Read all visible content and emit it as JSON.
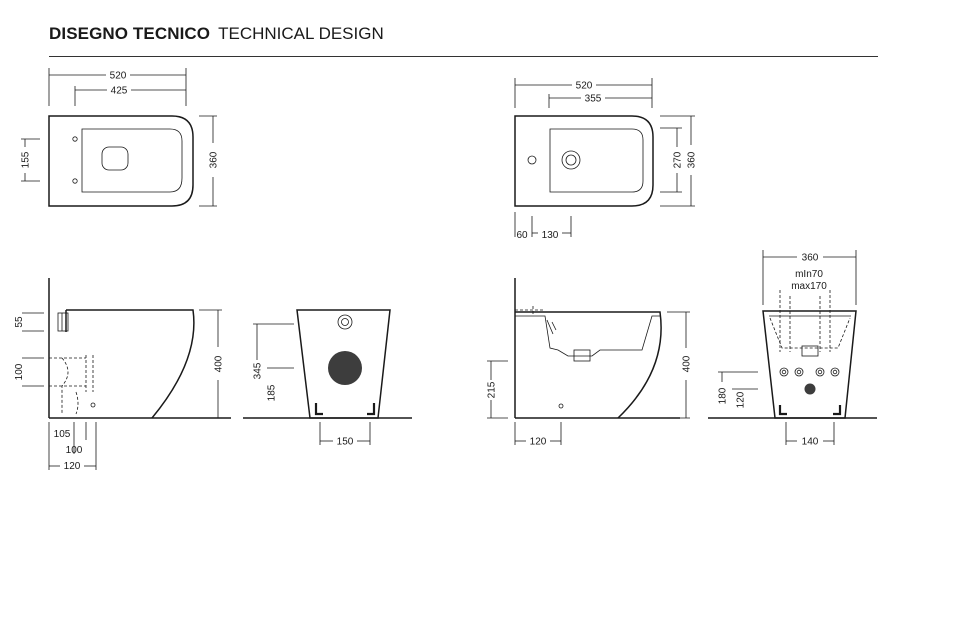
{
  "header": {
    "title_it": "DISEGNO TECNICO",
    "title_en": "TECHNICAL DESIGN"
  },
  "wc": {
    "top": {
      "width_total": "520",
      "width_inner": "425",
      "depth": "360",
      "fixing_spacing": "155"
    },
    "side": {
      "height": "400",
      "pipe_offset": "55",
      "drain_height": "100",
      "drain_a": "105",
      "drain_b": "100",
      "drain_c": "120"
    },
    "back": {
      "height_total": "345",
      "height_drain": "185",
      "fixing_width": "150"
    }
  },
  "bidet": {
    "top": {
      "width_total": "520",
      "width_inner": "355",
      "depth_inner": "270",
      "depth": "360",
      "offset_a": "60",
      "offset_b": "130"
    },
    "side": {
      "height": "400",
      "height_outlet": "215",
      "offset": "120"
    },
    "back": {
      "width": "360",
      "min_label": "mIn70",
      "max_label": "max170",
      "height_a": "180",
      "height_b": "120",
      "fixing_width": "140"
    }
  }
}
